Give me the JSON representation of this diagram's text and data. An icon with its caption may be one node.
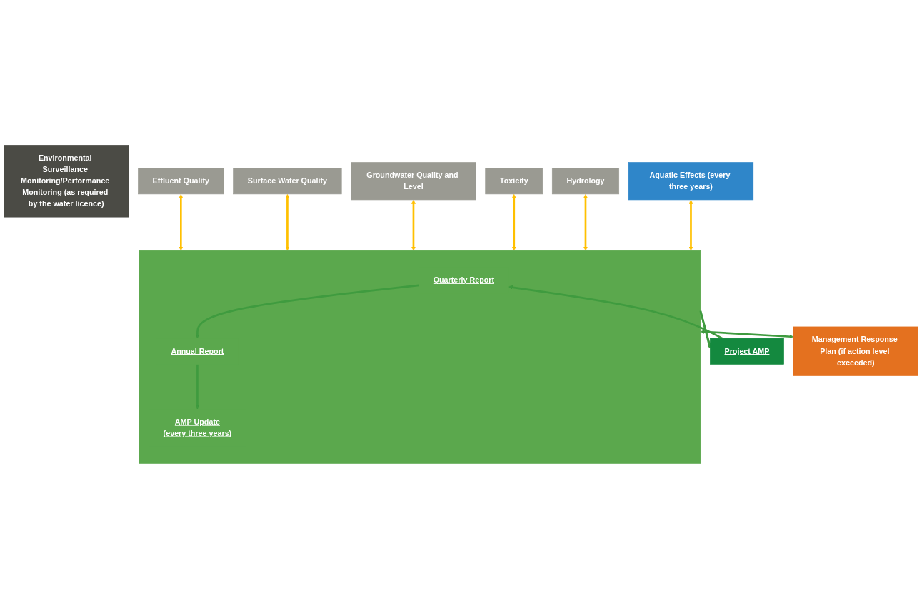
{
  "diagram": {
    "nodes": [
      {
        "text": [
          "Environmental Surveillance Monitoring/Performance Monitoring (as required by the water licence)"
        ]
      },
      {
        "text": [
          "Effluent Quality"
        ]
      },
      {
        "text": [
          "Surface Water Quality"
        ]
      },
      {
        "text": [
          "Groundwater Quality and Level"
        ]
      },
      {
        "text": [
          "Toxicity"
        ]
      },
      {
        "text": [
          "Hydrology"
        ]
      },
      {
        "text": [
          "Aquatic Effects (every three years)"
        ]
      },
      {
        "text": [
          "Project AMP"
        ]
      },
      {
        "text": [],
        "shape": "box"
      },
      {
        "text": [
          "Quarterly Report"
        ],
        "in": 8
      },
      {
        "text": [
          "Annual Report"
        ],
        "in": 8
      },
      {
        "text": [
          "AMP Update",
          "(every three years)"
        ],
        "in": 8
      },
      {
        "text": [
          "Management Response Plan (if action level exceeded)"
        ]
      }
    ],
    "edges": [
      {
        "from": 1,
        "to": 8,
        "arrow": "both",
        "color": "#ffc000"
      },
      {
        "from": 2,
        "to": 8,
        "arrow": "both",
        "color": "#ffc000"
      },
      {
        "from": 3,
        "to": 8,
        "arrow": "both",
        "color": "#ffc000"
      },
      {
        "from": 4,
        "to": 8,
        "arrow": "both",
        "color": "#ffc000"
      },
      {
        "from": 5,
        "to": 8,
        "arrow": "both",
        "color": "#ffc000"
      },
      {
        "from": 6,
        "to": 8,
        "arrow": "both",
        "color": "#ffc000"
      },
      {
        "from": 7,
        "to": 9,
        "arrow": "to",
        "color": "#3f9b3f"
      },
      {
        "from": 9,
        "to": 10,
        "arrow": "to",
        "color": "#3f9b3f"
      },
      {
        "from": 10,
        "to": 11,
        "arrow": "to",
        "color": "#3f9b3f"
      },
      {
        "from": 8,
        "to": 7,
        "arrow": "to",
        "color": "#3f9b3f"
      },
      {
        "from": 8,
        "to": 7,
        "arrow": "to",
        "color": "#3f9b3f"
      },
      {
        "from": 8,
        "to": 12,
        "arrow": "both",
        "color": "#3f9b3f"
      }
    ]
  }
}
